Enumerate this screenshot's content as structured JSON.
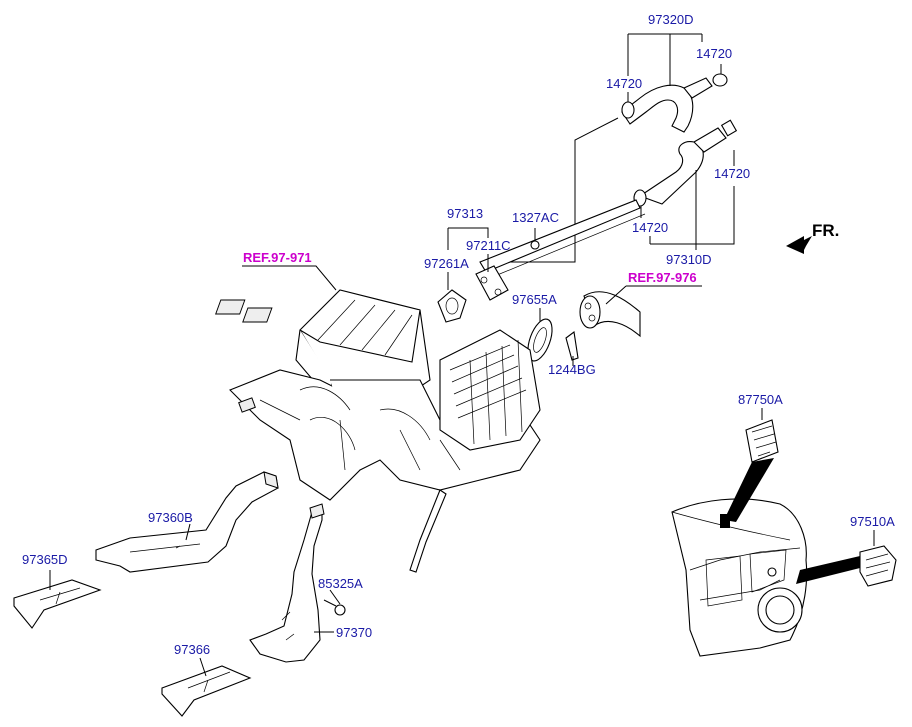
{
  "labels": {
    "p97320D": "97320D",
    "p14720_a": "14720",
    "p14720_b": "14720",
    "p14720_c": "14720",
    "p14720_d": "14720",
    "p97310D": "97310D",
    "p97313": "97313",
    "p1327AC": "1327AC",
    "p97211C": "97211C",
    "p97261A": "97261A",
    "p97655A": "97655A",
    "p1244BG": "1244BG",
    "p97360B": "97360B",
    "p97365D": "97365D",
    "p85325A": "85325A",
    "p97370": "97370",
    "p97366": "97366",
    "p87750A": "87750A",
    "p97510A": "97510A",
    "ref1": "REF.97-971",
    "ref2": "REF.97-976",
    "fr": "FR."
  },
  "colors": {
    "label": "#1a1aa6",
    "reference": "#cc00cc",
    "line": "#000000"
  },
  "icons": {
    "direction_arrow": "forward-arrow-icon"
  }
}
